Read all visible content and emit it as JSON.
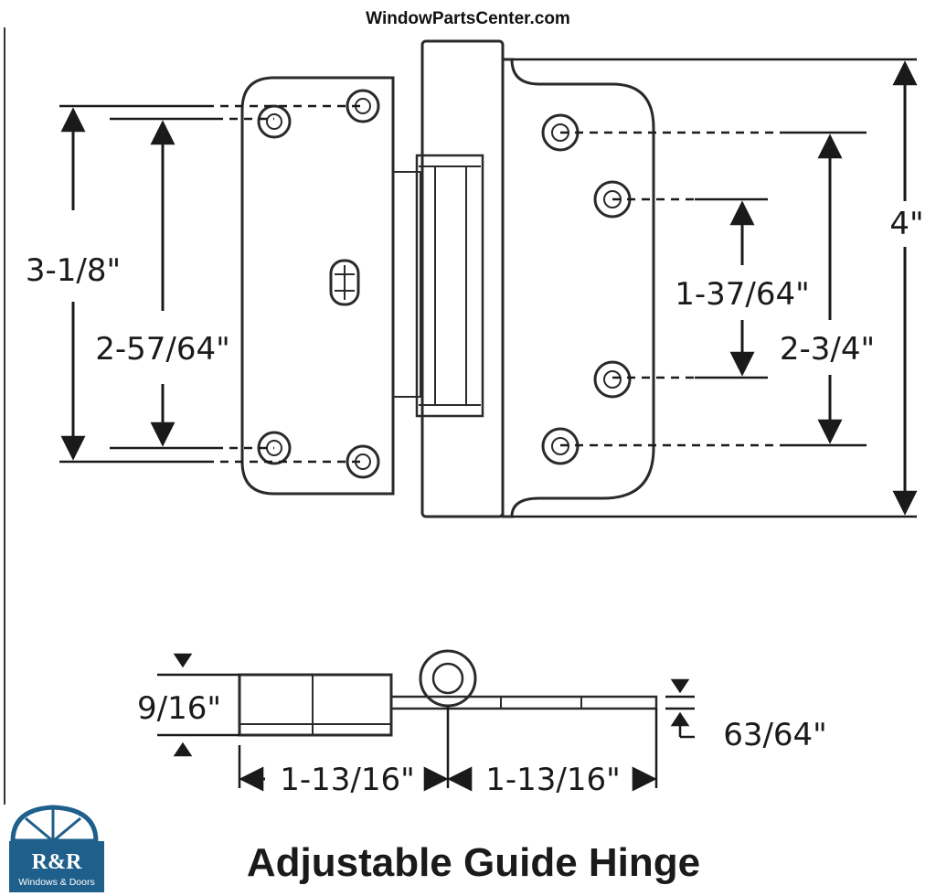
{
  "header": {
    "site": "WindowParts​Center.com"
  },
  "title": "Adjustable Guide Hinge",
  "dimensions": {
    "left_outer": "3-1/8\"",
    "left_inner": "2-57/64\"",
    "right_inner": "1-37/64\"",
    "right_middle": "2-3/4\"",
    "overall_height": "4\"",
    "thickness": "9/16\"",
    "leaf_thickness": "63/64\"",
    "left_width": "1-13/16\"",
    "right_width": "1-13/16\""
  },
  "logo": {
    "name": "R&R",
    "sub": "Windows & Doors",
    "color": "#1f5f8b"
  }
}
